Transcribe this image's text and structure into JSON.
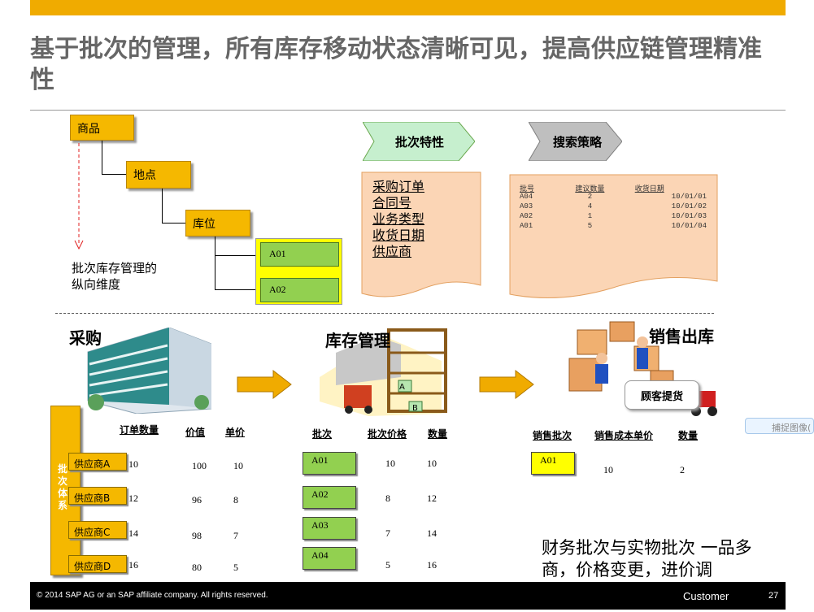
{
  "title": "基于批次的管理，所有库存移动状态清晰可见，提高供应链管理精准性",
  "hierarchy": {
    "level1": "商品",
    "level2": "地点",
    "level3": "库位",
    "batch1": "A01",
    "batch2": "A02",
    "caption": "批次库存管理的纵向维度"
  },
  "batch_attributes": {
    "label": "批次特性",
    "items": [
      "采购订单",
      "合同号",
      "业务类型",
      "收货日期",
      "供应商"
    ]
  },
  "search_strategy": {
    "label": "搜索策略",
    "headers": [
      "批号",
      "建议数量",
      "收货日期"
    ],
    "rows": [
      [
        "A04",
        "2",
        "10/01/01"
      ],
      [
        "A03",
        "4",
        "10/01/02"
      ],
      [
        "A02",
        "1",
        "10/01/03"
      ],
      [
        "A01",
        "5",
        "10/01/04"
      ]
    ]
  },
  "procurement": {
    "label": "采购",
    "side_label": "批次体系",
    "headers": [
      "订单数量",
      "价值",
      "单价"
    ],
    "rows": [
      {
        "supplier": "供应商A",
        "qty": "10",
        "value": "100",
        "price": "10"
      },
      {
        "supplier": "供应商B",
        "qty": "12",
        "value": "96",
        "price": "8"
      },
      {
        "supplier": "供应商C",
        "qty": "14",
        "value": "98",
        "price": "7"
      },
      {
        "supplier": "供应商D",
        "qty": "16",
        "value": "80",
        "price": "5"
      }
    ]
  },
  "inventory": {
    "label": "库存管理",
    "box_a": "A",
    "box_b": "B",
    "headers": [
      "批次",
      "批次价格",
      "数量"
    ],
    "rows": [
      {
        "batch": "A01",
        "price": "10",
        "qty": "10"
      },
      {
        "batch": "A02",
        "price": "8",
        "qty": "12"
      },
      {
        "batch": "A03",
        "price": "7",
        "qty": "14"
      },
      {
        "batch": "A04",
        "price": "5",
        "qty": "16"
      }
    ]
  },
  "sales": {
    "label": "销售出库",
    "callout": "顾客提货",
    "headers": [
      "销售批次",
      "销售成本单价",
      "数量"
    ],
    "row": {
      "batch": "A01",
      "cost": "10",
      "qty": "2"
    }
  },
  "summary": "财务批次与实物批次 一品多商，价格变更，进价调",
  "capture_tab": "捕捉图像(",
  "footer": {
    "copyright": "© 2014 SAP AG or an SAP affiliate company. All rights reserved.",
    "audience": "Customer",
    "page": "27"
  },
  "colors": {
    "accent": "#f0ab00",
    "green": "#92d050",
    "peach": "#fbd5b5"
  }
}
